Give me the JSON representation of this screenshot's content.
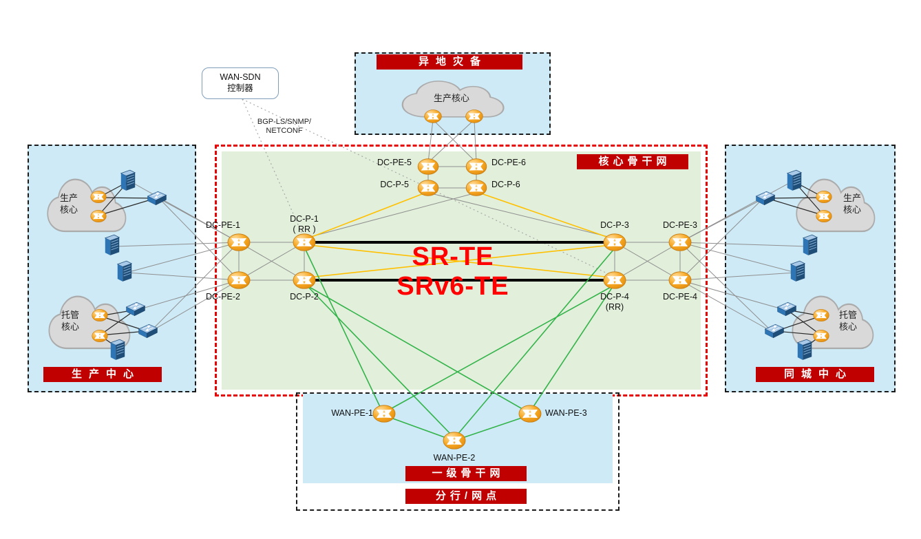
{
  "controller": {
    "name_line1": "WAN-SDN",
    "name_line2": "控制器",
    "protocols_line1": "BGP-LS/SNMP/",
    "protocols_line2": "NETCONF"
  },
  "overlay": {
    "line1": "SR-TE",
    "line2": "SRv6-TE"
  },
  "zones": {
    "disaster_recovery": {
      "title": "异地灾备",
      "cloud_label": "生产核心"
    },
    "core_backbone": {
      "title": "核心骨干网"
    },
    "production_center": {
      "title": "生产中心",
      "cloud_top_line1": "生产",
      "cloud_top_line2": "核心",
      "cloud_bottom_line1": "托管",
      "cloud_bottom_line2": "核心"
    },
    "metro_center": {
      "title": "同城中心",
      "cloud_top_line1": "生产",
      "cloud_top_line2": "核心",
      "cloud_bottom_line1": "托管",
      "cloud_bottom_line2": "核心"
    },
    "tier1_backbone": {
      "title": "一级骨干网"
    },
    "branch": {
      "title": "分行/网点"
    }
  },
  "nodes": {
    "dc_pe_1": {
      "label": "DC-PE-1"
    },
    "dc_pe_2": {
      "label": "DC-PE-2"
    },
    "dc_pe_3": {
      "label": "DC-PE-3"
    },
    "dc_pe_4": {
      "label": "DC-PE-4"
    },
    "dc_pe_5": {
      "label": "DC-PE-5"
    },
    "dc_pe_6": {
      "label": "DC-PE-6"
    },
    "dc_p_1": {
      "label": "DC-P-1",
      "sub": "( RR )"
    },
    "dc_p_2": {
      "label": "DC-P-2"
    },
    "dc_p_3": {
      "label": "DC-P-3"
    },
    "dc_p_4": {
      "label": "DC-P-4",
      "sub": "(RR)"
    },
    "dc_p_5": {
      "label": "DC-P-5"
    },
    "dc_p_6": {
      "label": "DC-P-6"
    },
    "wan_pe_1": {
      "label": "WAN-PE-1"
    },
    "wan_pe_2": {
      "label": "WAN-PE-2"
    },
    "wan_pe_3": {
      "label": "WAN-PE-3"
    }
  },
  "colors": {
    "banner_red": "#c00000",
    "core_border_red": "#e60000",
    "core_fill_green": "#e2efda",
    "zone_fill_blue": "#cdeaf6",
    "sr_te_link_black": "#000000",
    "te_path_yellow": "#ffc000",
    "wan_link_green": "#33b34a",
    "mgmt_link_gray": "#9e9e9e",
    "overlay_text_red": "#ff0000",
    "router_orange": "#f7a823",
    "switch_blue": "#2e75b6"
  }
}
